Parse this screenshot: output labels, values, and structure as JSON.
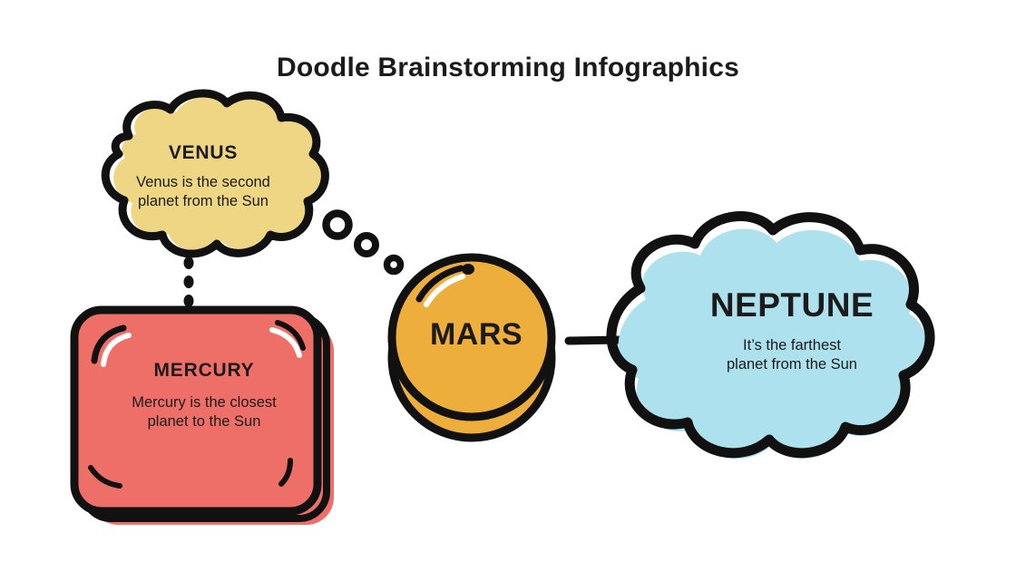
{
  "slide": {
    "title": "Doodle Brainstorming Infographics",
    "background_color": "#ffffff"
  },
  "nodes": [
    {
      "id": "venus",
      "shape": "thought-cloud",
      "title": "VENUS",
      "description": "Venus is the second\nplanet from the Sun",
      "desc_line1": "Venus is the second",
      "desc_line2": "planet from the Sun",
      "fill_color": "#EFD684",
      "outline_color": "#111111"
    },
    {
      "id": "mercury",
      "shape": "rounded-card",
      "title": "MERCURY",
      "description": "Mercury is the closest\nplanet to the Sun",
      "desc_line1": "Mercury is the closest",
      "desc_line2": "planet to the Sun",
      "fill_color": "#EE6F68",
      "outline_color": "#111111"
    },
    {
      "id": "mars",
      "shape": "circle",
      "title": "MARS",
      "description": "",
      "desc_line1": "",
      "desc_line2": "",
      "fill_color": "#EDAE3C",
      "outline_color": "#111111"
    },
    {
      "id": "neptune",
      "shape": "thought-cloud",
      "title": "NEPTUNE",
      "description": "It’s the farthest\nplanet from the Sun",
      "desc_line1": "It’s the farthest",
      "desc_line2": "planet from the Sun",
      "fill_color": "#ADE1EE",
      "outline_color": "#111111"
    }
  ],
  "connectors": [
    {
      "id": "venus-to-mars",
      "type": "thought-bubble-dots",
      "count": 3,
      "color": "#111111"
    },
    {
      "id": "venus-to-mercury",
      "type": "vertical-dots",
      "count": 3,
      "color": "#111111"
    },
    {
      "id": "mars-to-neptune",
      "type": "dash",
      "count": 1,
      "color": "#111111"
    }
  ]
}
